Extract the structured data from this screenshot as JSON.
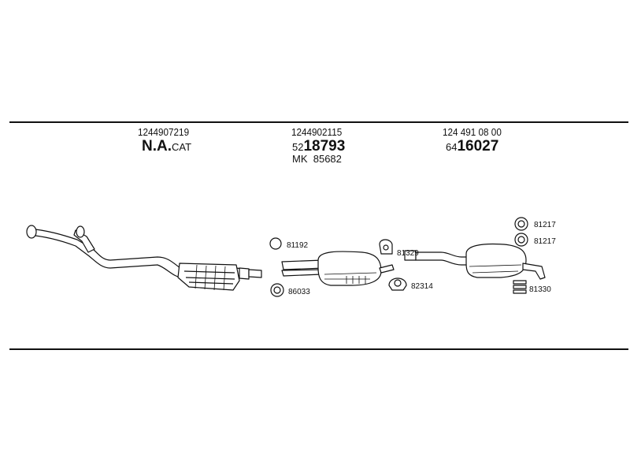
{
  "sections": [
    {
      "part_number": "1244907219",
      "brand_bold": "N.A.",
      "brand_suffix": "CAT"
    },
    {
      "part_number": "1244902115",
      "ref_prefix": "52",
      "ref_bold": "18793",
      "mk_label": "MK",
      "mk_value": "85682"
    },
    {
      "part_number": "124 491 08 00",
      "ref_prefix": "64",
      "ref_bold": "16027"
    }
  ],
  "accessories": {
    "a81192": "81192",
    "a86033": "86033",
    "a81329": "81329",
    "a82314": "82314",
    "a81217_top": "81217",
    "a81217_bottom": "81217",
    "a81330": "81330"
  }
}
